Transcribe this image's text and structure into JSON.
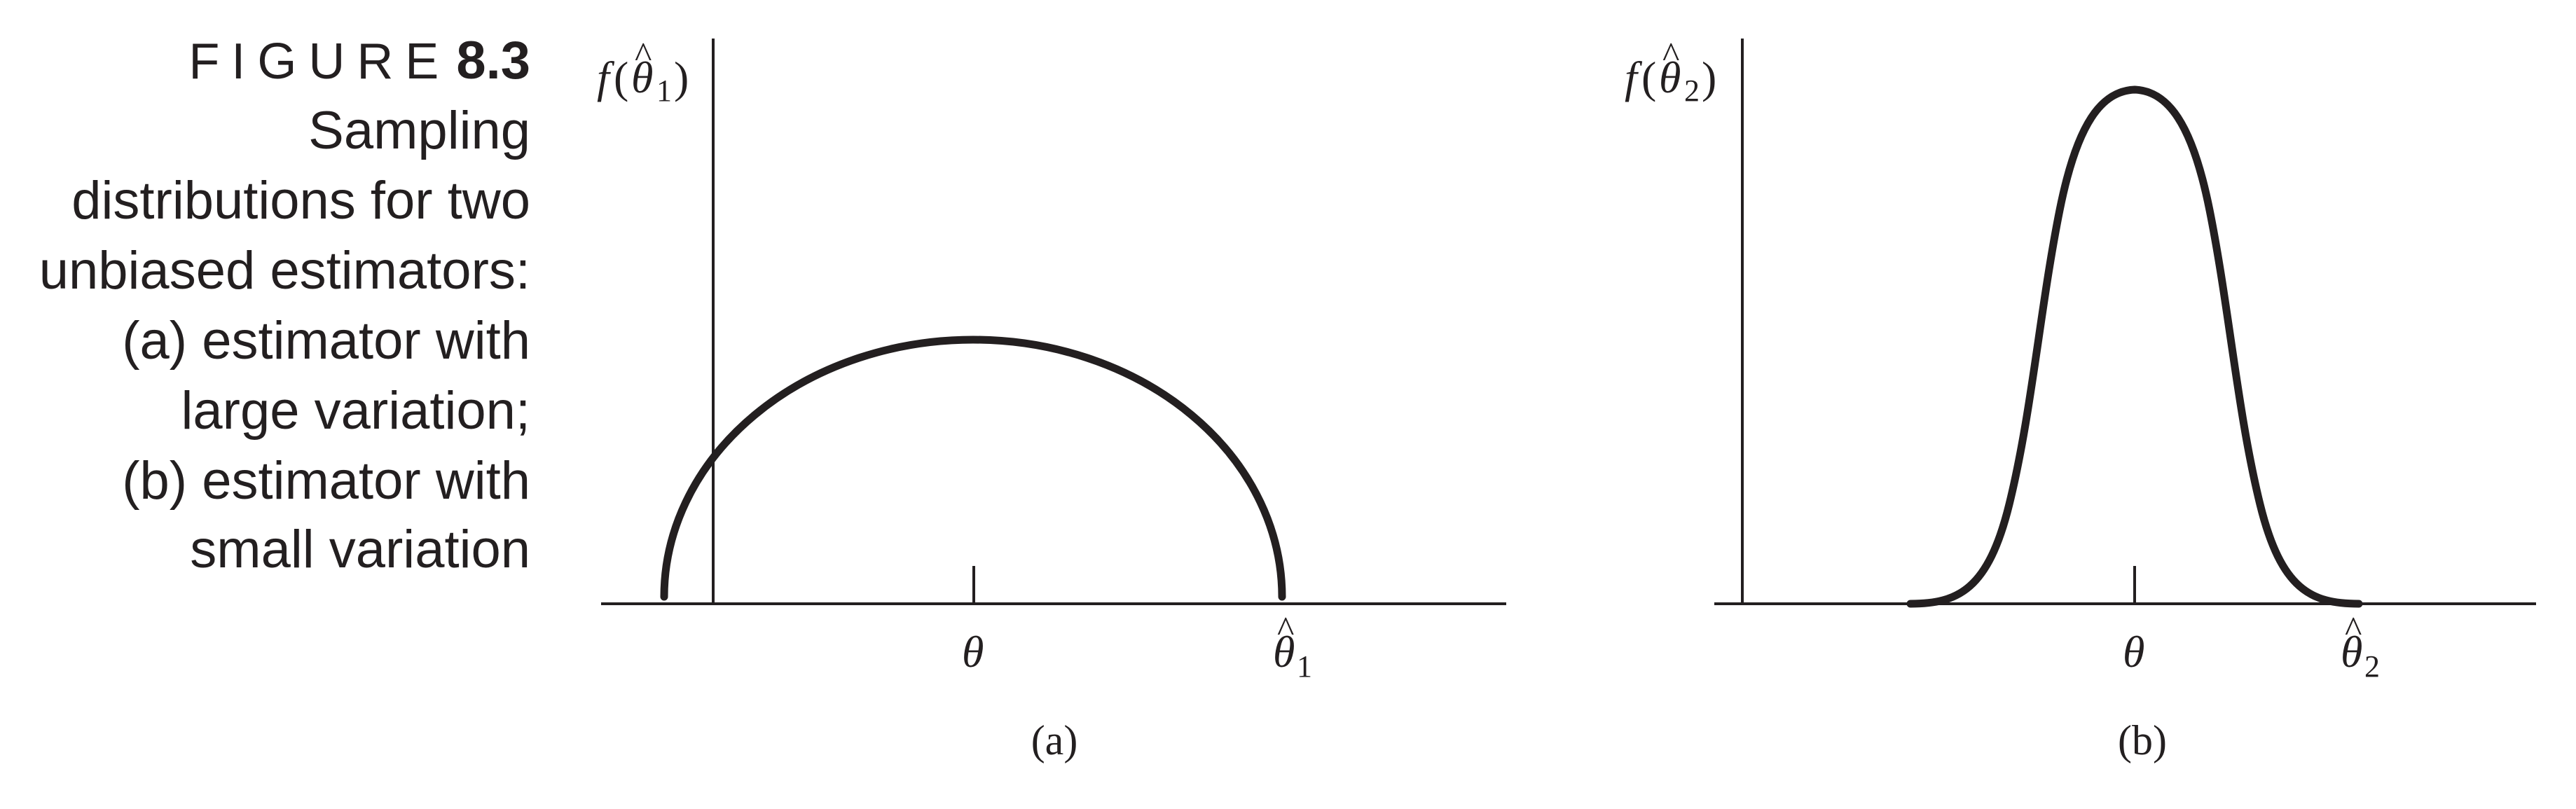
{
  "caption": {
    "prefix": "FIGURE",
    "number": "8.3",
    "lines": [
      "Sampling",
      "distributions for two",
      "unbiased estimators:",
      "(a) estimator with",
      "large variation;",
      "(b) estimator with",
      "small variation"
    ]
  },
  "panels": [
    {
      "id": "a",
      "label": "(a)",
      "ylabel": {
        "func": "f",
        "open": "(",
        "symbol": "θ",
        "hat": "^",
        "subscript": "1",
        "close": ")"
      },
      "ticks": [
        {
          "symbol": "θ",
          "hat": "",
          "subscript": ""
        },
        {
          "symbol": "θ",
          "hat": "^",
          "subscript": "1"
        }
      ],
      "curve": "wide semicircular arc (large variation)"
    },
    {
      "id": "b",
      "label": "(b)",
      "ylabel": {
        "func": "f",
        "open": "(",
        "symbol": "θ",
        "hat": "^",
        "subscript": "2",
        "close": ")"
      },
      "ticks": [
        {
          "symbol": "θ",
          "hat": "",
          "subscript": ""
        },
        {
          "symbol": "θ",
          "hat": "^",
          "subscript": "2"
        }
      ],
      "curve": "narrow bell-shaped curve (small variation)"
    }
  ]
}
